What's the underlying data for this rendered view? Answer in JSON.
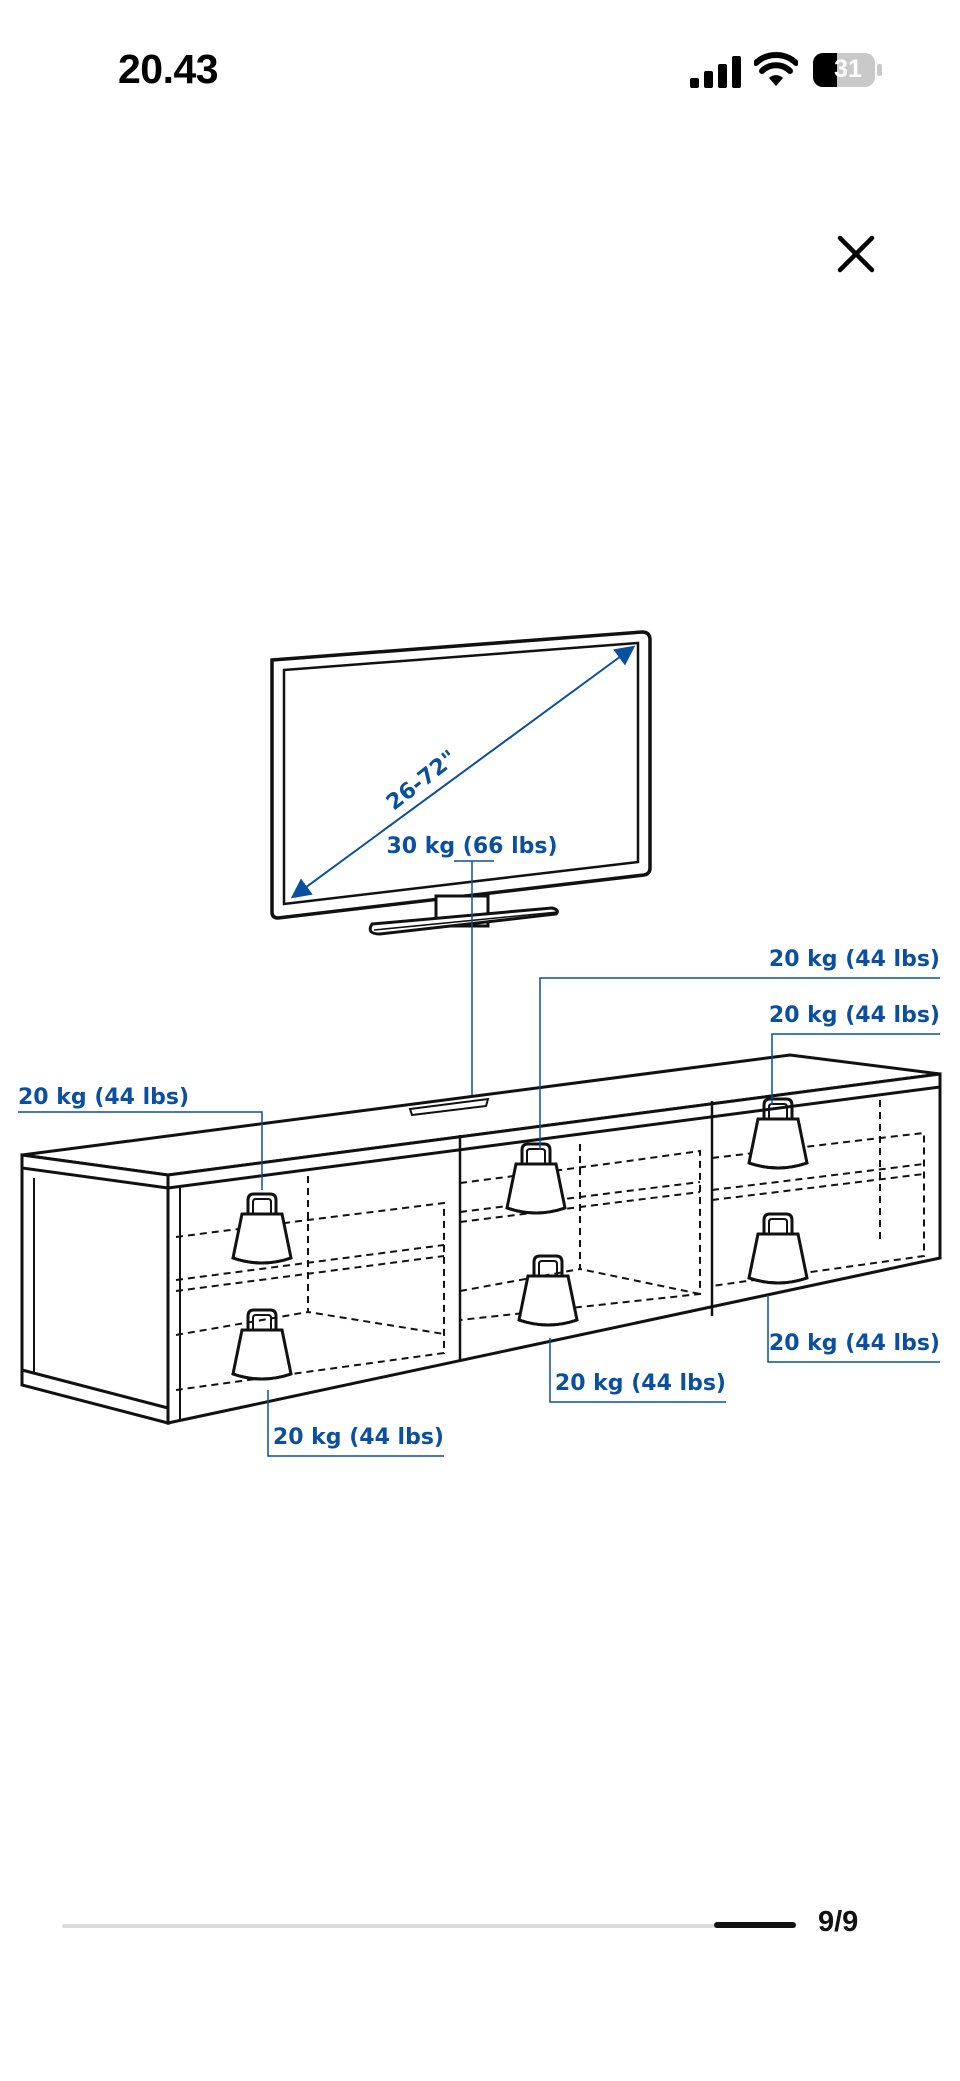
{
  "status_bar": {
    "time": "20.43",
    "battery_level": "31",
    "icons": [
      "cellular-signal-icon",
      "wifi-icon",
      "battery-icon"
    ]
  },
  "viewer": {
    "close_icon": "close-icon",
    "labels": {
      "tv_size": "26-72\"",
      "tv_weight": "30 kg (66 lbs)",
      "shelf_weight": "20 kg (44 lbs)"
    },
    "pagination": {
      "current": 9,
      "total": 9,
      "text": "9/9"
    }
  },
  "colors": {
    "label_blue": "#0b4fa0",
    "line_black": "#111111",
    "track_gray": "#dcdcdc"
  }
}
